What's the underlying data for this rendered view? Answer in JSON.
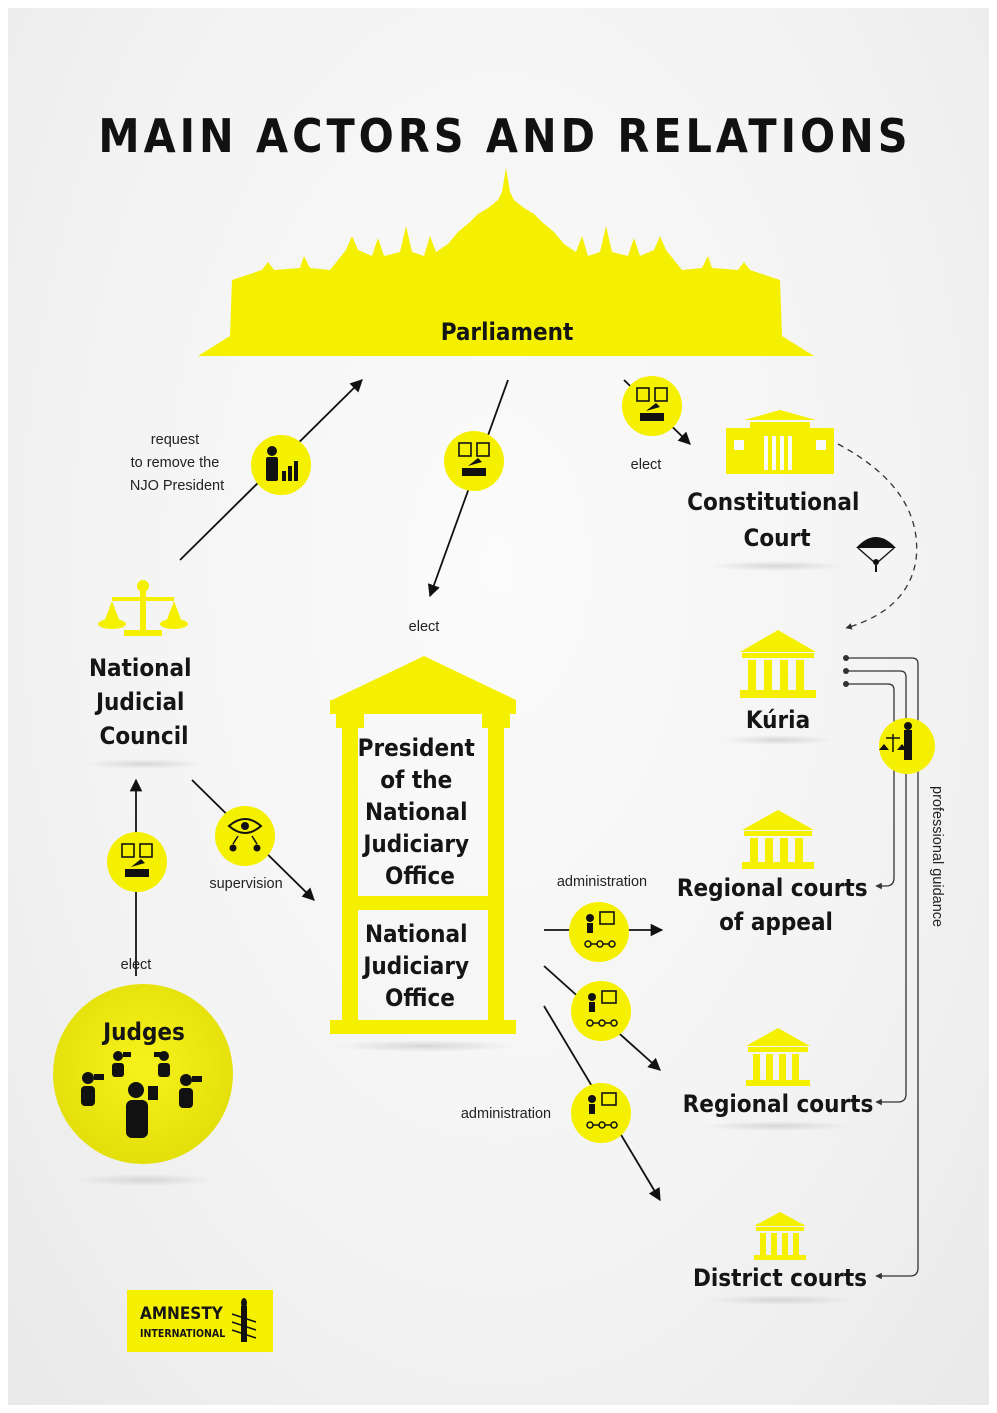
{
  "title": "MAIN ACTORS AND RELATIONS",
  "actors": {
    "parliament": "Parliament",
    "constitutional_court": [
      "Constitutional",
      "Court"
    ],
    "kuria": "Kúria",
    "national_judicial_council": [
      "National",
      "Judicial",
      "Council"
    ],
    "president_njo": [
      "President",
      "of the",
      "National",
      "Judiciary",
      "Office"
    ],
    "njo": [
      "National",
      "Judiciary",
      "Office"
    ],
    "judges": "Judges",
    "regional_courts_of_appeal": [
      "Regional courts",
      "of appeal"
    ],
    "regional_courts": "Regional courts",
    "district_courts": "District courts"
  },
  "relations": {
    "request_remove": [
      "request",
      "to remove the",
      "NJO President"
    ],
    "elect_center": "elect",
    "elect_cc": "elect",
    "elect_judges": "elect",
    "supervision": "supervision",
    "administration_top": "administration",
    "administration_bottom": "administration",
    "professional_guidance": "professional guidance"
  },
  "logo": {
    "line1": "AMNESTY",
    "line2": "INTERNATIONAL"
  },
  "colors": {
    "accent": "#f5f000",
    "ink": "#111111",
    "background": "#f4f4f4"
  }
}
